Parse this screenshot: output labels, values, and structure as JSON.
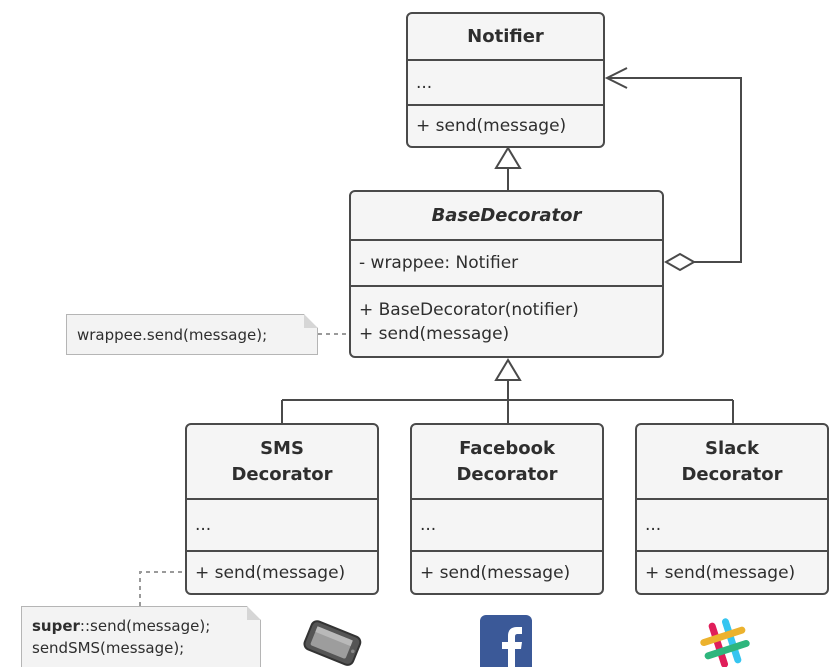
{
  "notifier": {
    "name": "Notifier",
    "fields": "...",
    "method": "+ send(message)"
  },
  "base_decorator": {
    "name": "BaseDecorator",
    "field": "- wrappee: Notifier",
    "constructor": "+ BaseDecorator(notifier)",
    "method": "+ send(message)"
  },
  "base_note": {
    "text": "wrappee.send(message);"
  },
  "sms": {
    "name_line1": "SMS",
    "name_line2": "Decorator",
    "fields": "...",
    "method": "+ send(message)"
  },
  "facebook": {
    "name_line1": "Facebook",
    "name_line2": "Decorator",
    "fields": "...",
    "method": "+ send(message)"
  },
  "slack": {
    "name_line1": "Slack",
    "name_line2": "Decorator",
    "fields": "...",
    "method": "+ send(message)"
  },
  "sms_note": {
    "keyword": "super",
    "line1_rest": "::send(message);",
    "line2": "sendSMS(message);"
  },
  "icons": [
    "phone-icon",
    "facebook-icon",
    "slack-icon"
  ],
  "colors": {
    "box_fill": "#f5f5f5",
    "box_border": "#4a4a4a",
    "note_fill": "#f3f3f3",
    "facebook_blue": "#3b5998"
  }
}
